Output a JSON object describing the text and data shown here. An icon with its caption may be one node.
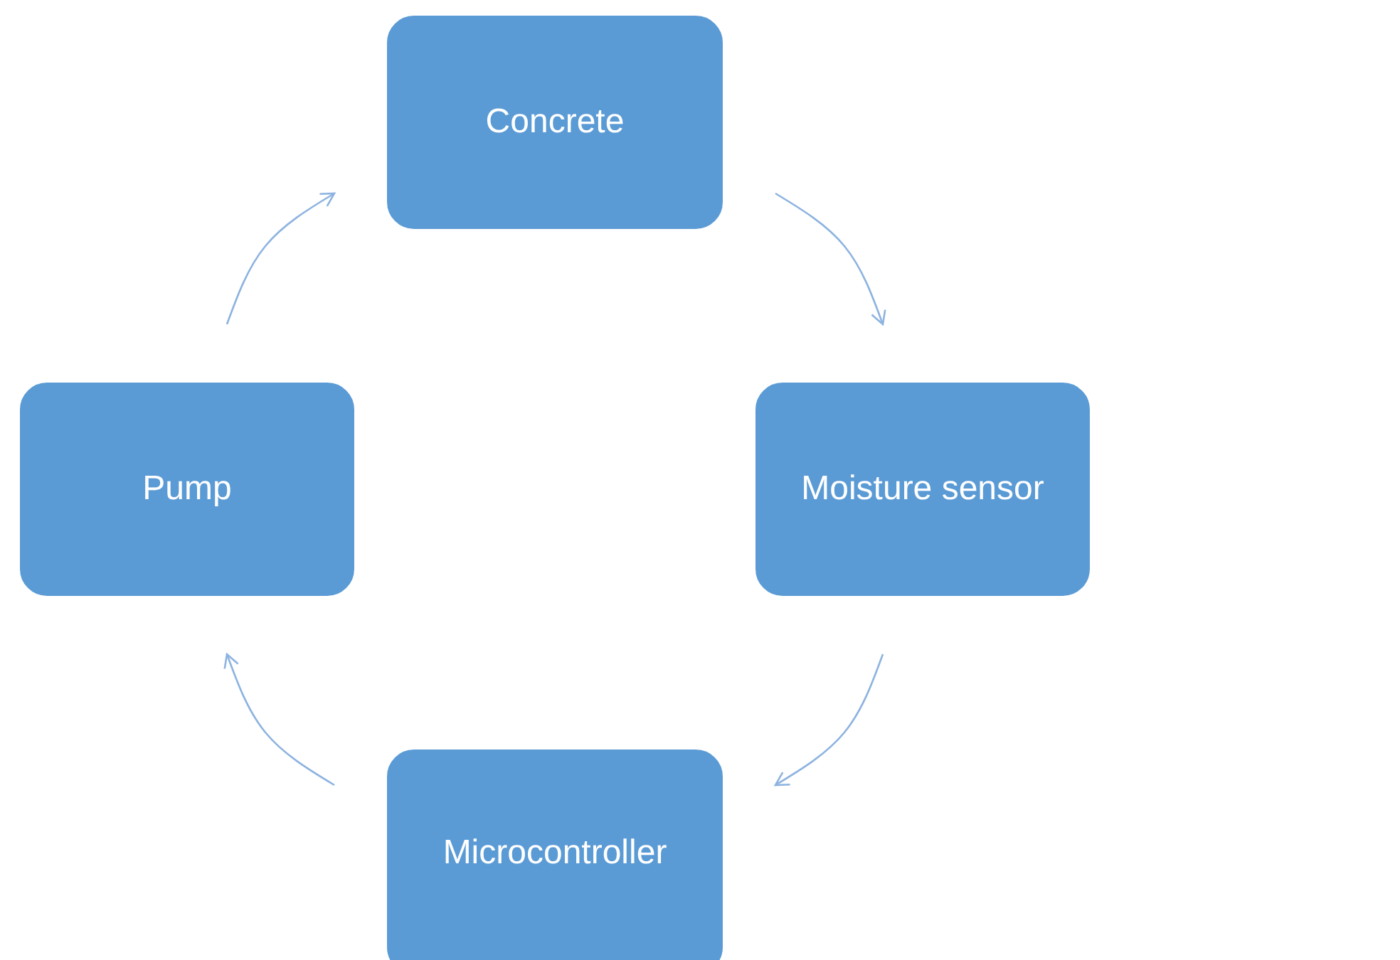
{
  "diagram": {
    "nodes": [
      {
        "text": [
          "Concrete"
        ]
      },
      {
        "text": [
          "Moisture sensor"
        ]
      },
      {
        "text": [
          "Microcontroller"
        ]
      },
      {
        "text": [
          "Pump"
        ]
      }
    ],
    "edges": [
      {
        "from": 0,
        "to": 1,
        "arrow": "to"
      },
      {
        "from": 1,
        "to": 2,
        "arrow": "to"
      },
      {
        "from": 2,
        "to": 3,
        "arrow": "to"
      },
      {
        "from": 3,
        "to": 0,
        "arrow": "to"
      }
    ]
  }
}
